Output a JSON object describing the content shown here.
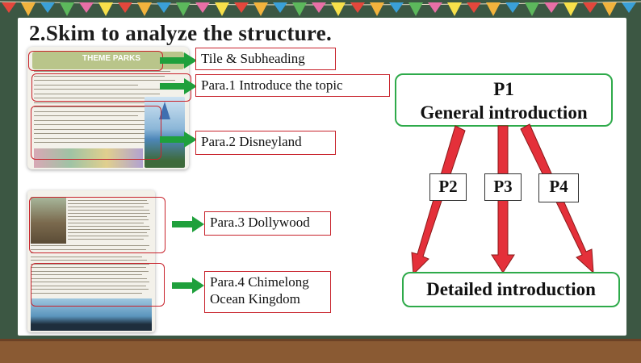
{
  "slide": {
    "title": "2.Skim to analyze the structure.",
    "thumbnail_top": {
      "heading": "THEME PARKS"
    },
    "labels": [
      "Tile & Subheading",
      "Para.1 Introduce the topic",
      "Para.2 Disneyland",
      "Para.3 Dollywood",
      "Para.4 Chimelong",
      "Ocean Kingdom"
    ],
    "diagram": {
      "top_line1": "P1",
      "top_line2": "General introduction",
      "p2": "P2",
      "p3": "P3",
      "p4": "P4",
      "bottom": "Detailed introduction"
    }
  },
  "colors": {
    "red": "#c8232c",
    "green": "#2eaa4a",
    "arrow_red": "#e4303a",
    "arrow_green": "#1fa03c"
  }
}
